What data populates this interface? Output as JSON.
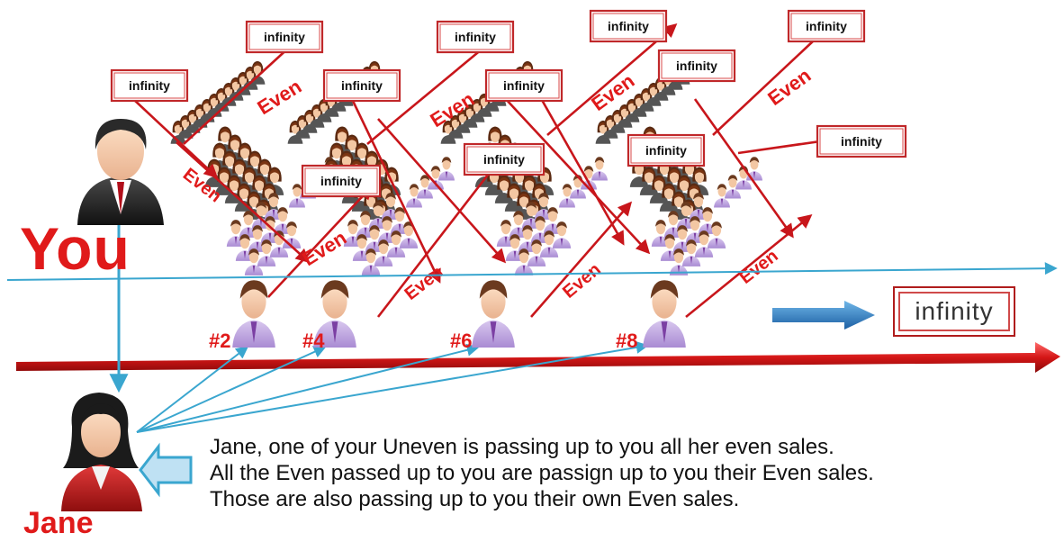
{
  "diagram": {
    "you_label": "You",
    "jane_label": "Jane",
    "infinity_label": "infinity",
    "even_label": "Even",
    "position_labels": [
      "#2",
      "#4",
      "#6",
      "#8"
    ],
    "big_infinity_label": "infinity",
    "caption_lines": [
      "Jane, one of your Uneven is passing up to you all her even sales.",
      "All the Even passed up to you are passign up to you their Even sales.",
      "Those are also passing up to you their own Even sales."
    ]
  },
  "colors": {
    "accent_red": "#e01a1a",
    "line_red": "#c8161b",
    "line_blue": "#3aa6cf",
    "arrow_blue": "#2a7fc1",
    "box_border": "#c0282a"
  },
  "icons": [
    "businessman-icon",
    "businesswoman-icon",
    "person-icon",
    "block-arrow-icon"
  ]
}
